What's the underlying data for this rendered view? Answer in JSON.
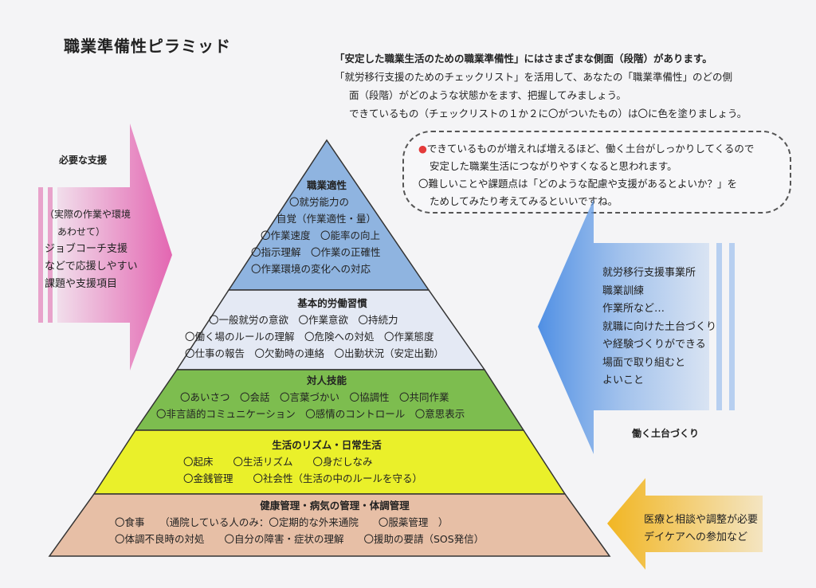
{
  "title": "職業準備性ピラミッド",
  "intro": {
    "line1": "「安定した職業生活のための職業準備性」にはさまざまな側面（段階）があります。",
    "line2": "「就労移行支援のためのチェックリスト」を活用して、あなたの「職業準備性」のどの側",
    "line3": "面（段階）がどのような状態かをます、把握してみましょう。",
    "line4": "できているもの（チェックリストの１か２に〇がついたもの）は〇に色を塗りましょう。"
  },
  "callout": {
    "bullet": "●",
    "line1": "できているものが増えれば増えるほど、働く土台がしっかりしてくるので",
    "line2": "安定した職業生活につながりやすくなると思われます。",
    "line3": "〇難しいことや課題点は「どのような配慮や支援があるとよいか？」を",
    "line4": "ためしてみたり考えてみるといいですね。"
  },
  "left": {
    "heading": "必要な支援",
    "line1": "（実際の作業や環境",
    "line2": "あわせて）",
    "line3": "ジョブコーチ支援",
    "line4": "などで応援しやすい",
    "line5": "課題や支援項目"
  },
  "right": {
    "heading": "働く土台づくり",
    "lines": [
      "就労移行支援事業所",
      "職業訓練",
      "作業所など…",
      "就職に向けた土台づくり",
      "や経験づくりができる",
      "場面で取り組むと",
      "よいこと"
    ]
  },
  "yellow": {
    "line1": "医療と相談や調整が必要",
    "line2": "デイケアへの参加など"
  },
  "colors": {
    "level1": "#8fb4e0",
    "level2": "#e4e9f4",
    "level3": "#7dbd4f",
    "level4": "#eaf02a",
    "level5": "#e7bfa6",
    "pink": "#e25fae",
    "blue": "#6ea2e6",
    "yellow": "#f2b623"
  },
  "levels": {
    "l1": {
      "title": "職業適性",
      "line1": "〇就労能力の",
      "line2": "自覚（作業適性・量）",
      "line3": "〇作業速度　〇能率の向上",
      "line4": "〇指示理解　〇作業の正確性",
      "line5": "〇作業環境の変化への対応"
    },
    "l2": {
      "title": "基本的労働習慣",
      "line1": "〇一般就労の意欲　〇作業意欲　〇持続力",
      "line2": "〇働く場のルールの理解　〇危険への対処　〇作業態度",
      "line3": "〇仕事の報告　〇欠勤時の連絡　〇出勤状況（安定出勤）"
    },
    "l3": {
      "title": "対人技能",
      "line1": "〇あいさつ　〇会話　〇言葉づかい　〇協調性　〇共同作業",
      "line2": "〇非言語的コミュニケーション　〇感情のコントロール　〇意思表示"
    },
    "l4": {
      "title": "生活のリズム・日常生活",
      "line1": "〇起床　　〇生活リズム　　〇身だしなみ",
      "line2": "〇金銭管理　　〇社会性（生活の中のルールを守る）"
    },
    "l5": {
      "title": "健康管理・病気の管理・体調管理",
      "line1": "〇食事　　（通院している人のみ：〇定期的な外来通院　　〇服薬管理　）",
      "line2": "〇体調不良時の対処　　〇自分の障害・症状の理解　　〇援助の要請（SOS発信）"
    }
  }
}
